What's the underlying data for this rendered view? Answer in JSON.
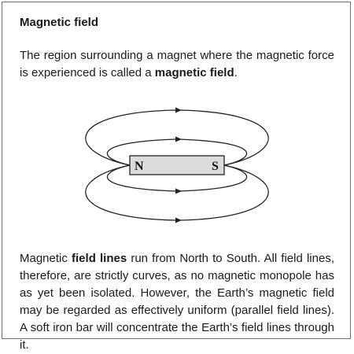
{
  "section": {
    "title": "Magnetic field"
  },
  "intro": {
    "text_before": "The region surrounding a magnet where the magnetic force is experienced is called a ",
    "term": "magnetic field",
    "text_after": "."
  },
  "diagram": {
    "north_label": "N",
    "south_label": "S",
    "line_color": "#222222",
    "magnet_fill": "#dcdcdc"
  },
  "body": {
    "text_before": "Magnetic ",
    "term": "field lines",
    "text_after": " run from North to South.  All field lines, therefore, are strictly curves, as no magnetic monopole has as yet been isolated.  However, the Earth’s magnetic field may be regarded as effectively uniform (parallel field lines).  A soft iron bar will concentrate the Earth’s field lines through it."
  }
}
